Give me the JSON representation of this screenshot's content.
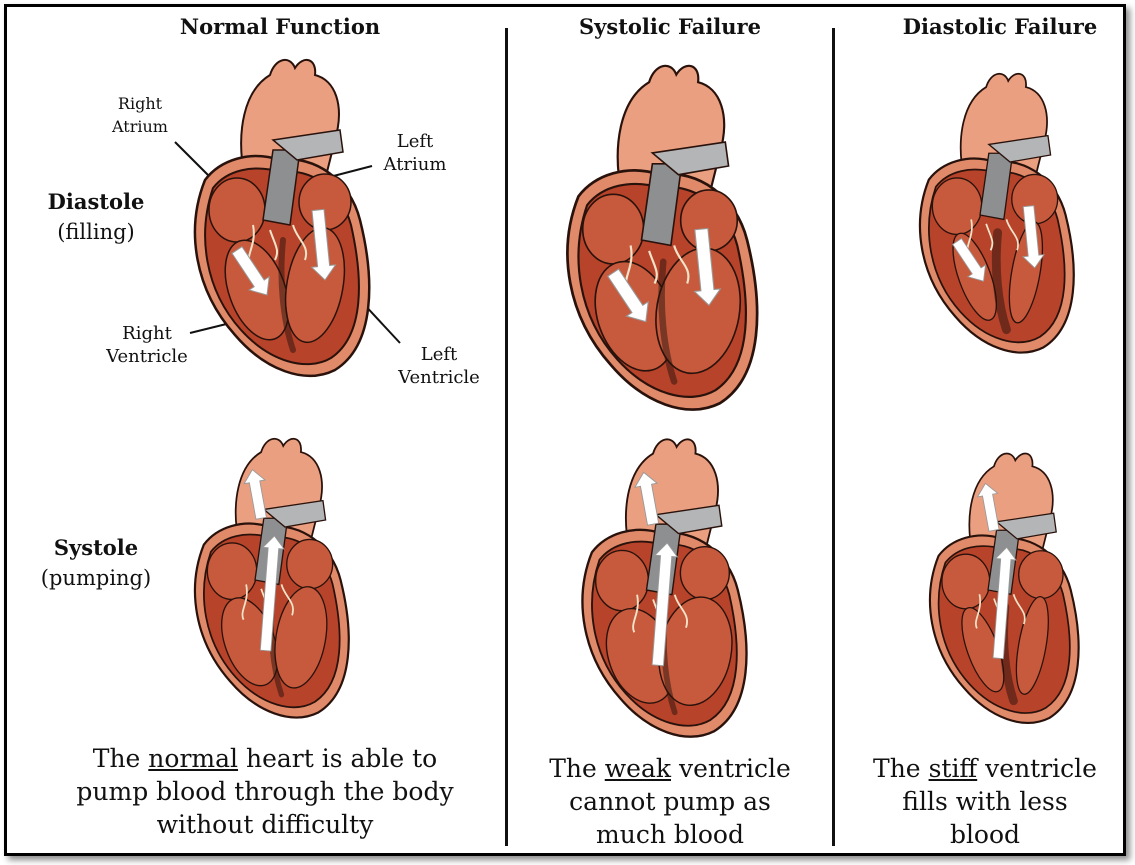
{
  "columns": [
    {
      "title": "Normal Function"
    },
    {
      "title": "Systolic Failure"
    },
    {
      "title": "Diastolic Failure"
    }
  ],
  "phases": {
    "diastole": {
      "name": "Diastole",
      "note": "(filling)"
    },
    "systole": {
      "name": "Systole",
      "note": "(pumping)"
    }
  },
  "labels": {
    "right_atrium": {
      "line1": "Right",
      "line2": "Atrium"
    },
    "left_atrium": {
      "line1": "Left",
      "line2": "Atrium"
    },
    "right_ventricle": {
      "line1": "Right",
      "line2": "Ventricle"
    },
    "left_ventricle": {
      "line1": "Left",
      "line2": "Ventricle"
    }
  },
  "captions": {
    "normal": {
      "pre": "The ",
      "key": "normal",
      "post": " heart is able to",
      "line2": "pump blood through the body",
      "line3": "without difficulty"
    },
    "systolic": {
      "pre": "The ",
      "key": "weak",
      "post": " ventricle",
      "line2": "cannot pump as",
      "line3": "much blood"
    },
    "diastolic": {
      "pre": "The ",
      "key": "stiff",
      "post": "  ventricle",
      "line2": "fills with less",
      "line3": "blood"
    }
  },
  "colors": {
    "muscle": "#b7432a",
    "chamber": "#c75a3c",
    "outer": "#e08a6a",
    "aorta": "#eaa080",
    "vessel_gray": "#8d8f91",
    "outline": "#2a120c",
    "arrow": "#ffffff"
  }
}
